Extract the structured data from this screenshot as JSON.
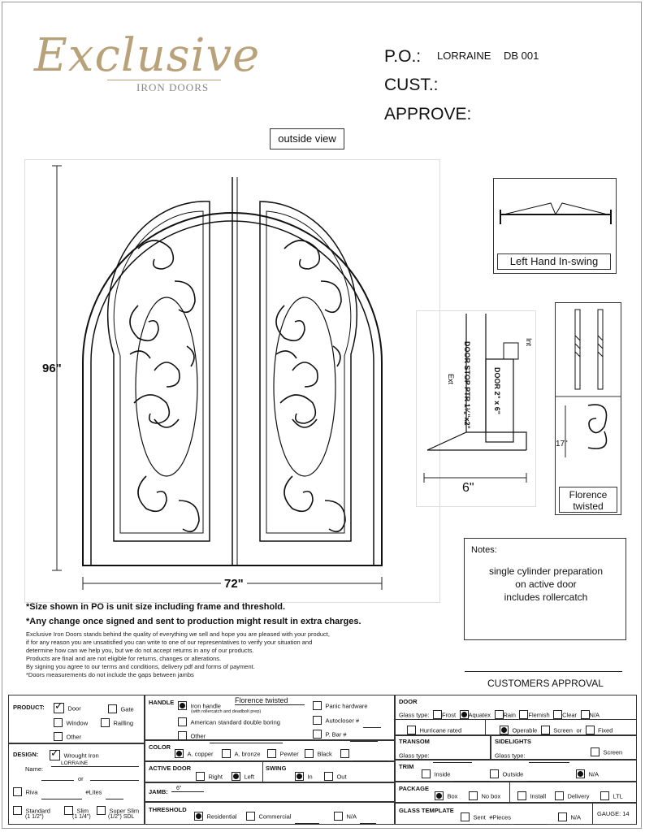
{
  "header": {
    "logo_script": "Exclusive",
    "logo_sub": "IRON DOORS",
    "po_label": "P.O.:",
    "po_value": "LORRAINE",
    "po_code": "DB 001",
    "cust_label": "CUST.:",
    "approve_label": "APPROVE:"
  },
  "drawing": {
    "view_label": "outside view",
    "height_label": "96\"",
    "width_label": "72\"",
    "swing_label": "Left Hand In-swing",
    "profile_int": "Int",
    "profile_ext": "Ext",
    "door_stop": "DOOR STOP PTR 1⅛\"x2\"",
    "door_size": "DOOR 2\" x 6\"",
    "profile_width": "6\"",
    "bar_height": "17\"",
    "bar_name": "Florence twisted"
  },
  "notes": {
    "label": "Notes:",
    "lines": [
      "single  cylinder preparation",
      "on active door",
      "includes rollercatch"
    ]
  },
  "disclaimers": {
    "size_note": "*Size shown in PO is unit size including frame and threshold.",
    "change_note": "*Any change once signed and sent to production might result in extra charges.",
    "fine_lines": [
      "Exclusive Iron Doors stands behind the quality of everything we sell and hope you are pleased with your product,",
      "if for any reason you are unsatisfied you can write to one of our representatives to verify your situation and",
      "determine how can we help you, but we do not accept returns in any of our products.",
      "Products are final and are not eligible for returns, changes or alterations.",
      "By signing you agree to our terms and conditions, delivery pdf and forms of payment.",
      "*Doors measurements do not include the gaps between jambs"
    ]
  },
  "customers_approval": "CUSTOMERS APPROVAL",
  "form": {
    "product": {
      "label": "PRODUCT:",
      "door": "Door",
      "gate": "Gate",
      "window": "Window",
      "railing": "Railling",
      "other": "Other"
    },
    "design": {
      "label": "DESIGN:",
      "wrought": "Wrought Iron",
      "name_label": "Name:",
      "name_value": "LORRAINE",
      "or": "or",
      "riva": "Riva",
      "lites": "#Lites",
      "standard": "Standard",
      "standard_sub": "(1 1/2\")",
      "slim": "Slim",
      "slim_sub": "(1 1/4\")",
      "super_slim": "Super Slim",
      "super_slim_sub": "(1/2\") SDL"
    },
    "handle": {
      "label": "HANDLE",
      "iron": "Iron handle",
      "iron_sub": "(with rollercatch and deadbolt prep)",
      "iron_value": "Florence twisted",
      "panic": "Panic hardware",
      "american": "American standard double boring",
      "autocloser": "Autocloser #",
      "other": "Other",
      "pbar": "P. Bar #"
    },
    "color": {
      "label": "COLOR",
      "copper": "A. copper",
      "bronze": "A. bronze",
      "pewter": "Pewter",
      "black": "Black"
    },
    "active_door": {
      "label": "ACTIVE DOOR",
      "right": "Right",
      "left": "Left"
    },
    "swing": {
      "label": "SWING",
      "in": "In",
      "out": "Out"
    },
    "jamb": {
      "label": "JAMB:",
      "value": "6\""
    },
    "threshold": {
      "label": "THRESHOLD",
      "residential": "Residential",
      "commercial": "Commercial",
      "na": "N/A"
    },
    "door": {
      "label": "DOOR",
      "glass_type": "Glass type:",
      "frost": "Frost",
      "aquatex": "Aquatex",
      "rain": "Rain",
      "flemish": "Flemish",
      "clear": "Clear",
      "na": "N/A",
      "hurricane": "Hurricane rated",
      "operable": "Operable",
      "screen": "Screen",
      "or": "or",
      "fixed": "Fixed"
    },
    "transom": {
      "label": "TRANSOM",
      "glass_type": "Glass type:"
    },
    "sidelights": {
      "label": "SIDELIGHTS",
      "glass_type": "Glass type:",
      "screen": "Screen"
    },
    "trim": {
      "label": "TRIM",
      "inside": "Inside",
      "outside": "Outside",
      "na": "N/A"
    },
    "package": {
      "label": "PACKAGE",
      "box": "Box",
      "no_box": "No box",
      "install": "Install",
      "delivery": "Delivery",
      "ltl": "LTL"
    },
    "glass_template": {
      "label": "GLASS TEMPLATE",
      "sent": "Sent",
      "pieces": "#Pieces",
      "na": "N/A",
      "gauge": "GAUGE: 14"
    }
  }
}
